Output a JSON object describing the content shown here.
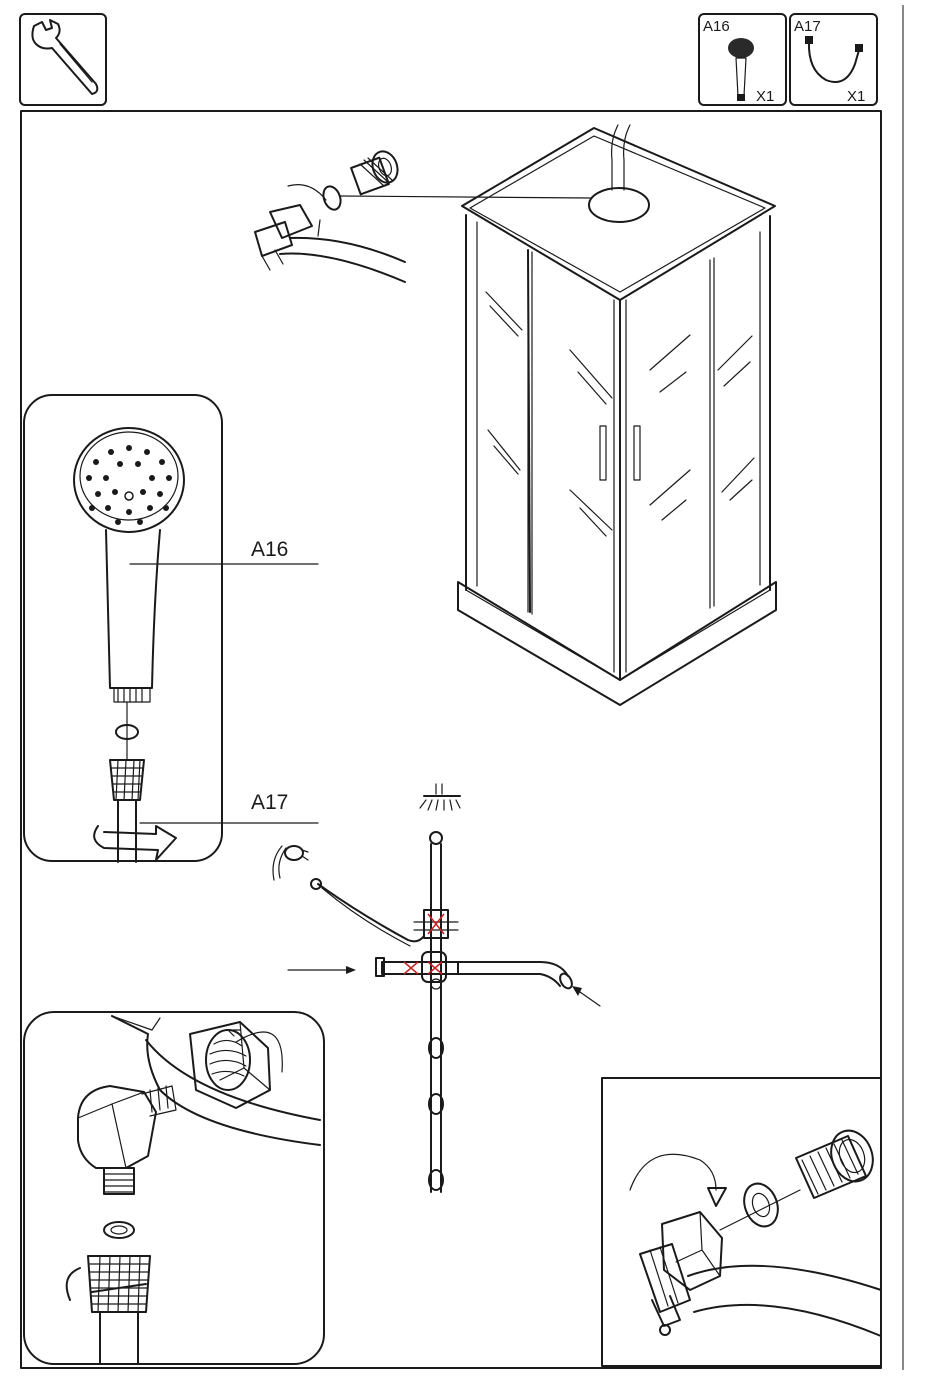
{
  "parts": [
    {
      "code": "A16",
      "qty": "X1",
      "icon": "hand-shower-icon"
    },
    {
      "code": "A17",
      "qty": "X1",
      "icon": "shower-hose-icon"
    }
  ],
  "tool": {
    "icon": "wrench-icon"
  },
  "callouts": {
    "hand_shower": "A16",
    "hose": "A17"
  },
  "colors": {
    "line": "#1a1a1a",
    "highlight": "#cc2222",
    "background": "#ffffff"
  }
}
